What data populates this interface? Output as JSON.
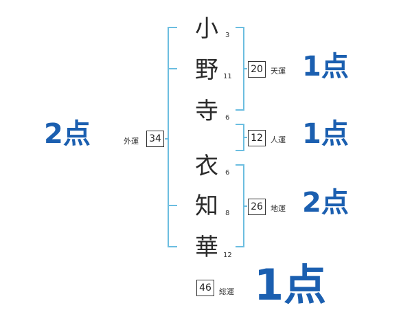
{
  "name": {
    "chars": [
      {
        "char": "小",
        "strokes": "3"
      },
      {
        "char": "野",
        "strokes": "11"
      },
      {
        "char": "寺",
        "strokes": "6"
      },
      {
        "char": "衣",
        "strokes": "6"
      },
      {
        "char": "知",
        "strokes": "8"
      },
      {
        "char": "華",
        "strokes": "12"
      }
    ]
  },
  "fortunes": {
    "ten": {
      "value": "20",
      "label": "天運",
      "score": "1点"
    },
    "jin": {
      "value": "12",
      "label": "人運",
      "score": "1点"
    },
    "chi": {
      "value": "26",
      "label": "地運",
      "score": "2点"
    },
    "gai": {
      "value": "34",
      "label": "外運",
      "score": "2点"
    },
    "so": {
      "value": "46",
      "label": "総運",
      "score": "1点"
    }
  },
  "colors": {
    "bracket": "#6bbde0",
    "score": "#1b5fb0"
  }
}
